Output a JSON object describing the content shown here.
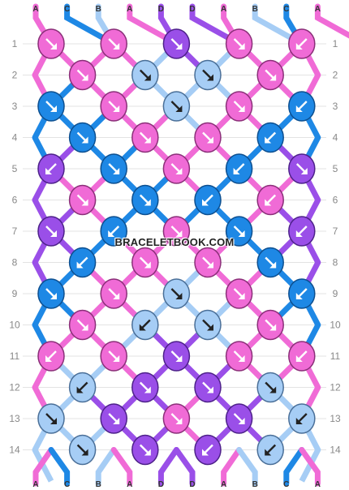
{
  "watermark": "BRACELETBOOK.COM",
  "colors": {
    "A": "#f06bd6",
    "B": "#a6cdf5",
    "C": "#1e88e5",
    "D": "#9a4fe8"
  },
  "threads_top": [
    "A",
    "C",
    "B",
    "A",
    "D",
    "D",
    "A",
    "B",
    "C",
    "A"
  ],
  "threads_bottom": [
    "A",
    "C",
    "B",
    "A",
    "D",
    "D",
    "A",
    "B",
    "C",
    "A"
  ],
  "row_labels": [
    "1",
    "2",
    "3",
    "4",
    "5",
    "6",
    "7",
    "8",
    "9",
    "10",
    "11",
    "12",
    "13",
    "14"
  ],
  "rows": [
    [
      {
        "c": "A",
        "d": "r"
      },
      {
        "c": "A",
        "d": "r"
      },
      {
        "c": "D",
        "d": "r"
      },
      {
        "c": "A",
        "d": "r"
      },
      {
        "c": "A",
        "d": "l"
      }
    ],
    [
      {
        "c": "A",
        "d": "r"
      },
      {
        "c": "B",
        "d": "r"
      },
      {
        "c": "B",
        "d": "r"
      },
      {
        "c": "A",
        "d": "r"
      }
    ],
    [
      {
        "c": "C",
        "d": "r"
      },
      {
        "c": "A",
        "d": "r"
      },
      {
        "c": "B",
        "d": "r"
      },
      {
        "c": "A",
        "d": "r"
      },
      {
        "c": "C",
        "d": "l"
      }
    ],
    [
      {
        "c": "C",
        "d": "r"
      },
      {
        "c": "A",
        "d": "r"
      },
      {
        "c": "A",
        "d": "r"
      },
      {
        "c": "C",
        "d": "l"
      }
    ],
    [
      {
        "c": "D",
        "d": "l"
      },
      {
        "c": "C",
        "d": "r"
      },
      {
        "c": "A",
        "d": "r"
      },
      {
        "c": "C",
        "d": "l"
      },
      {
        "c": "D",
        "d": "r"
      }
    ],
    [
      {
        "c": "A",
        "d": "r"
      },
      {
        "c": "C",
        "d": "r"
      },
      {
        "c": "C",
        "d": "l"
      },
      {
        "c": "A",
        "d": "l"
      }
    ],
    [
      {
        "c": "D",
        "d": "r"
      },
      {
        "c": "C",
        "d": "l"
      },
      {
        "c": "A",
        "d": "r"
      },
      {
        "c": "C",
        "d": "r"
      },
      {
        "c": "D",
        "d": "l"
      }
    ],
    [
      {
        "c": "C",
        "d": "l"
      },
      {
        "c": "A",
        "d": "r"
      },
      {
        "c": "A",
        "d": "r"
      },
      {
        "c": "C",
        "d": "r"
      }
    ],
    [
      {
        "c": "C",
        "d": "r"
      },
      {
        "c": "A",
        "d": "r"
      },
      {
        "c": "B",
        "d": "r"
      },
      {
        "c": "A",
        "d": "r"
      },
      {
        "c": "C",
        "d": "l"
      }
    ],
    [
      {
        "c": "A",
        "d": "r"
      },
      {
        "c": "B",
        "d": "l"
      },
      {
        "c": "B",
        "d": "r"
      },
      {
        "c": "A",
        "d": "r"
      }
    ],
    [
      {
        "c": "A",
        "d": "l"
      },
      {
        "c": "A",
        "d": "r"
      },
      {
        "c": "D",
        "d": "r"
      },
      {
        "c": "A",
        "d": "r"
      },
      {
        "c": "A",
        "d": "l"
      }
    ],
    [
      {
        "c": "B",
        "d": "l"
      },
      {
        "c": "D",
        "d": "r"
      },
      {
        "c": "D",
        "d": "r"
      },
      {
        "c": "B",
        "d": "r"
      }
    ],
    [
      {
        "c": "B",
        "d": "r"
      },
      {
        "c": "D",
        "d": "r"
      },
      {
        "c": "A",
        "d": "r"
      },
      {
        "c": "D",
        "d": "r"
      },
      {
        "c": "B",
        "d": "l"
      }
    ],
    [
      {
        "c": "B",
        "d": "r"
      },
      {
        "c": "D",
        "d": "r"
      },
      {
        "c": "D",
        "d": "l"
      },
      {
        "c": "B",
        "d": "l"
      }
    ]
  ]
}
